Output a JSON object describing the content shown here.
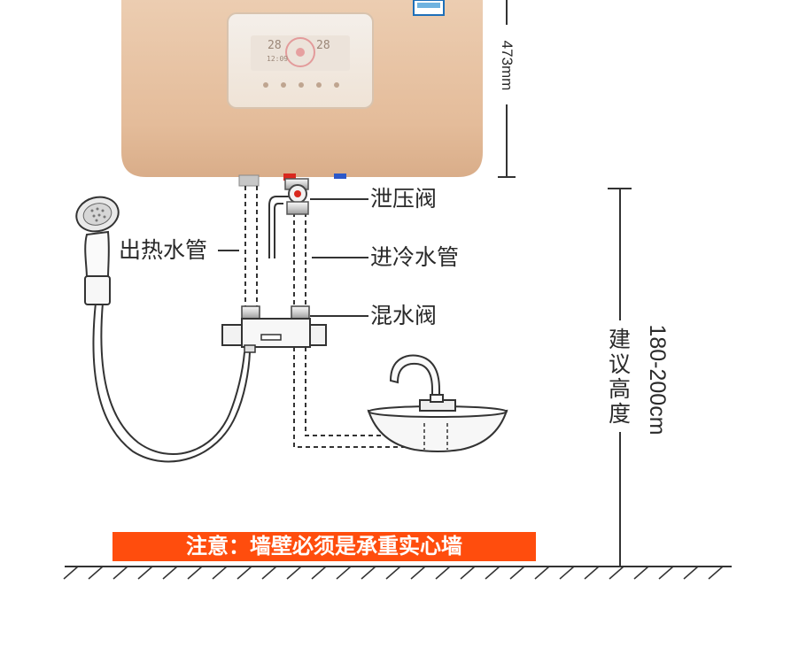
{
  "labels": {
    "relief_valve": "泄压阀",
    "hot_outlet": "出热水管",
    "cold_inlet": "进冷水管",
    "mixing_valve": "混水阀",
    "heater_height": "473mm",
    "install_height_value": "180-200cm",
    "install_height_caption": [
      "建",
      "议",
      "高",
      "度"
    ],
    "warning": "注意：墙壁必须是承重实心墙"
  },
  "panel": {
    "left_temp": "28",
    "right_temp": "28",
    "time": "12:09"
  },
  "colors": {
    "heater_body": "#e7c2a2",
    "panel_bg": "#f3ece6",
    "warning_bg": "#ff4d0d",
    "hot_marker": "#d9281e",
    "cold_marker": "#2b58c9",
    "line": "#333333"
  }
}
